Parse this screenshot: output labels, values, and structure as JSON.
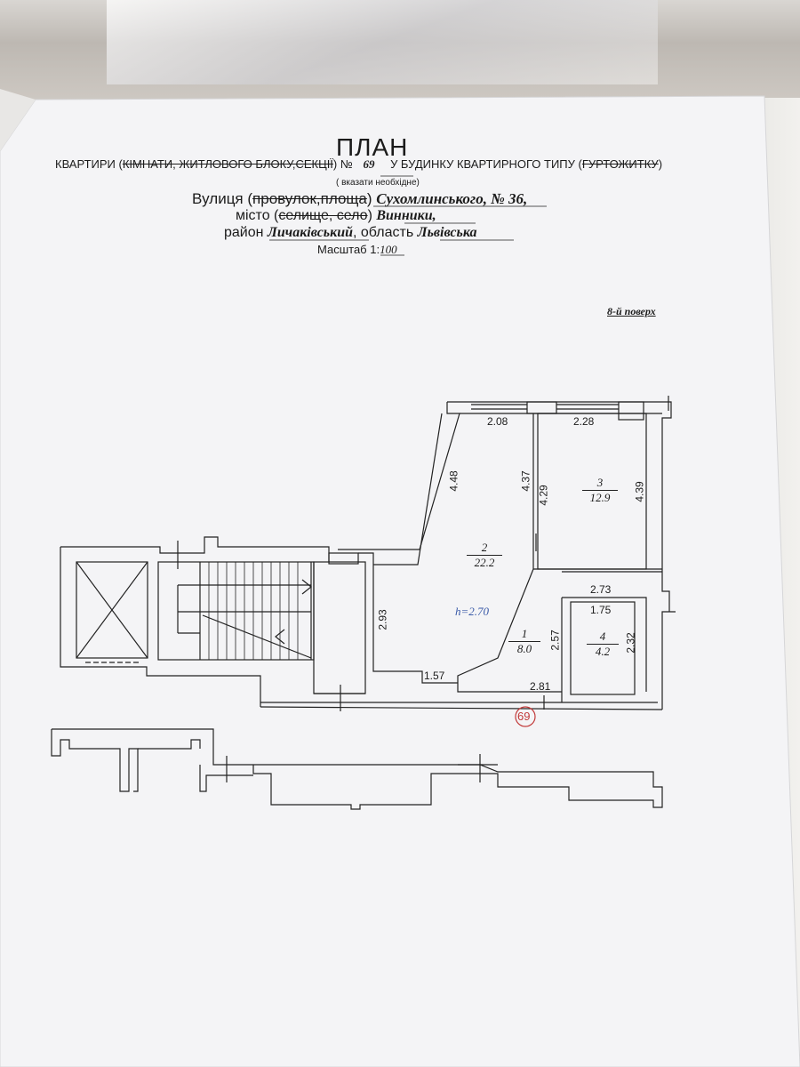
{
  "title": "ПЛАН",
  "header": {
    "prefix": "КВАРТИРИ (",
    "struck_types": "КІМНАТИ, ЖИТЛОВОГО БЛОКУ,СЕКЦІЇ",
    "number_label": ") №",
    "apartment_number": "69",
    "building_text": "У БУДИНКУ КВАРТИРНОГО ТИПУ (",
    "struck_building": "ГУРТОЖИТКУ",
    "close": ")",
    "note": "( вказати необхідне)"
  },
  "address": {
    "street_label": "Вулиця (",
    "street_struck": "провулок,площа",
    "street_close": ")",
    "street_value": "Сухомлинського, № 36,",
    "city_label": "місто (",
    "city_struck": "селище, село",
    "city_close": ")",
    "city_value": "Винники,",
    "district_label": "район",
    "district_value": "Личаківський",
    "region_label": ", область",
    "region_value": "Львівська",
    "scale_label": "Масштаб 1:",
    "scale_value": "100"
  },
  "floor_label": "8-й поверх",
  "plan": {
    "ceiling_height": "h=2.70",
    "apartment_mark": "69",
    "rooms": [
      {
        "number": "1",
        "area": "8.0"
      },
      {
        "number": "2",
        "area": "22.2"
      },
      {
        "number": "3",
        "area": "12.9"
      },
      {
        "number": "4",
        "area": "4.2"
      }
    ],
    "dimensions": [
      "2.08",
      "2.28",
      "4.48",
      "4.37",
      "4.29",
      "4.39",
      "2.93",
      "1.57",
      "2.73",
      "1.75",
      "2.57",
      "2.32",
      "2.81"
    ]
  },
  "colors": {
    "paper": "#f4f4f6",
    "ink": "#1b1b1b",
    "handwriting_blue": "#3a5aa8",
    "stamp_red": "#c23a3a"
  }
}
